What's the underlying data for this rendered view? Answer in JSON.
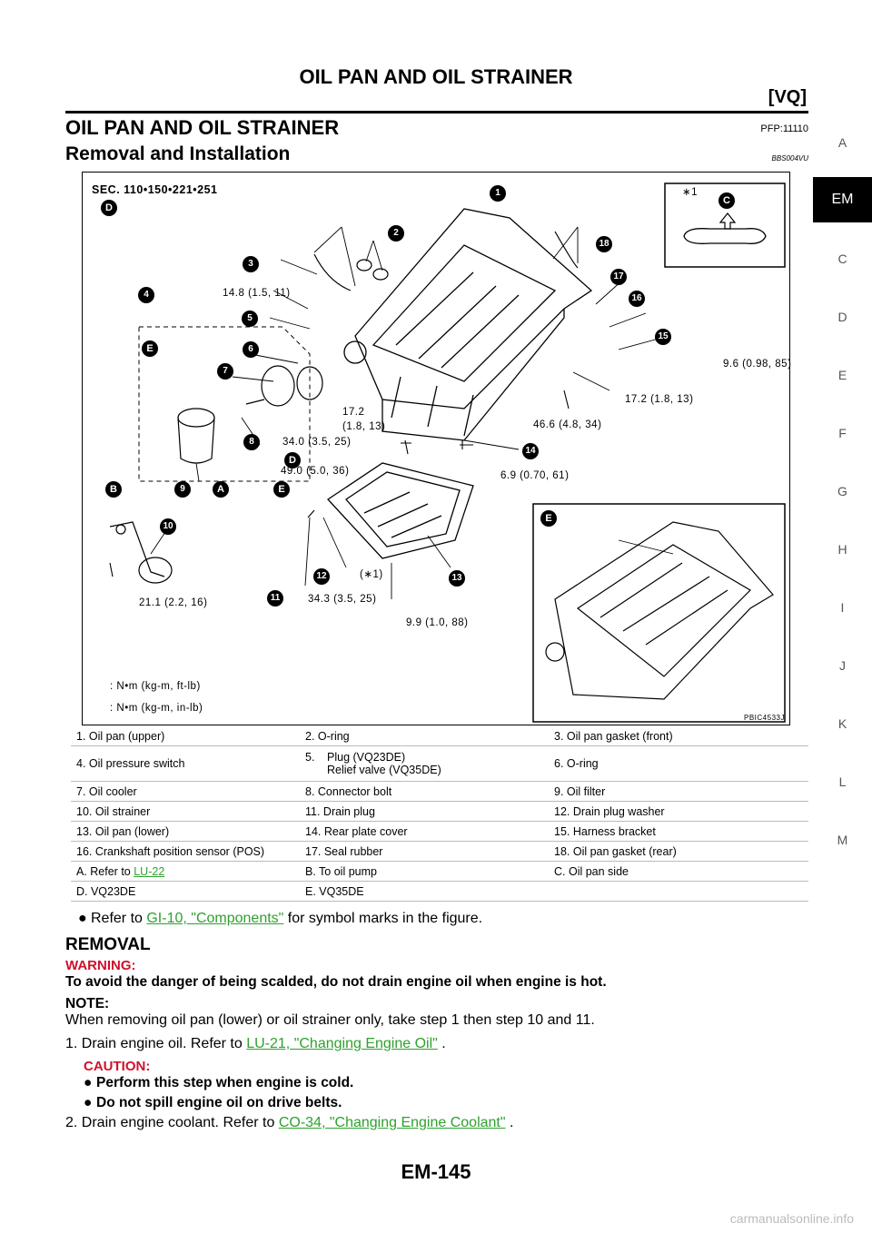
{
  "header": {
    "title": "OIL PAN AND OIL STRAINER",
    "sub": "[VQ]"
  },
  "section": {
    "title": "OIL PAN AND OIL STRAINER",
    "code": "PFP:11110"
  },
  "subsection": {
    "title": "Removal and Installation",
    "code": "BBS004VU"
  },
  "side_index": [
    "A",
    "EM",
    "C",
    "D",
    "E",
    "F",
    "G",
    "H",
    "I",
    "J",
    "K",
    "L",
    "M"
  ],
  "figure": {
    "sec": "SEC. 110•150•221•251",
    "figure_id": "PBIC4533J",
    "legend_ft": ": N•m (kg-m, ft-lb)",
    "legend_in": ": N•m (kg-m, in-lb)",
    "inset_star": "∗1",
    "torques": {
      "t4": "14.8 (1.5, 11)",
      "t17a": "17.2",
      "t17b": "(1.8, 13)",
      "t8": "34.0 (3.5, 25)",
      "t_d": "49.0 (5.0, 36)",
      "t_bolt": "46.6 (4.8, 34)",
      "t_right": "17.2 (1.8, 13)",
      "t15": "9.6 (0.98, 85)",
      "t14": "6.9 (0.70, 61)",
      "t10": "21.1 (2.2, 16)",
      "t11": "34.3 (3.5, 25)",
      "t13": "9.9 (1.0, 88)",
      "t12": "(∗1)"
    },
    "callouts": [
      "1",
      "2",
      "3",
      "4",
      "5",
      "6",
      "7",
      "8",
      "9",
      "10",
      "11",
      "12",
      "13",
      "14",
      "15",
      "16",
      "17",
      "18"
    ],
    "letters": {
      "A": "A",
      "B": "B",
      "C": "C",
      "D": "D",
      "E": "E"
    }
  },
  "parts_table": [
    [
      "1. Oil pan (upper)",
      "2. O-ring",
      "3. Oil pan gasket (front)"
    ],
    [
      "4. Oil pressure switch",
      "5.",
      "Plug (VQ23DE)",
      "Relief valve (VQ35DE)",
      "6. O-ring"
    ],
    [
      "7. Oil cooler",
      "8. Connector bolt",
      "9. Oil filter"
    ],
    [
      "10. Oil strainer",
      "11. Drain plug",
      "12. Drain plug washer"
    ],
    [
      "13. Oil pan (lower)",
      "14. Rear plate cover",
      "15. Harness bracket"
    ],
    [
      "16. Crankshaft position sensor (POS)",
      "17. Seal rubber",
      "18. Oil pan gasket (rear)"
    ],
    [
      "A. Refer to ",
      "LU-22",
      "B. To oil pump",
      "C. Oil pan side"
    ],
    [
      "D. VQ23DE",
      "E. VQ35DE"
    ]
  ],
  "ref_line": {
    "pre": "Refer to ",
    "link": "GI-10, \"Components\"",
    "post": " for symbol marks in the figure."
  },
  "removal": {
    "heading": "REMOVAL",
    "warning_label": "WARNING:",
    "warning_text": "To avoid the danger of being scalded, do not drain engine oil when engine is hot.",
    "note_label": "NOTE:",
    "note_text": "When removing oil pan (lower) or oil strainer only, take step 1 then step 10 and 11.",
    "step1_pre": "1.  Drain engine oil. Refer to ",
    "step1_link": "LU-21, \"Changing Engine Oil\"",
    "step1_post": " .",
    "caution_label": "CAUTION:",
    "caution1": "Perform this step when engine is cold.",
    "caution2": "Do not spill engine oil on drive belts.",
    "step2_pre": "2.  Drain engine coolant. Refer to ",
    "step2_link": "CO-34, \"Changing Engine Coolant\"",
    "step2_post": " ."
  },
  "footer": {
    "page": "EM-145"
  },
  "watermark": "carmanualsonline.info"
}
